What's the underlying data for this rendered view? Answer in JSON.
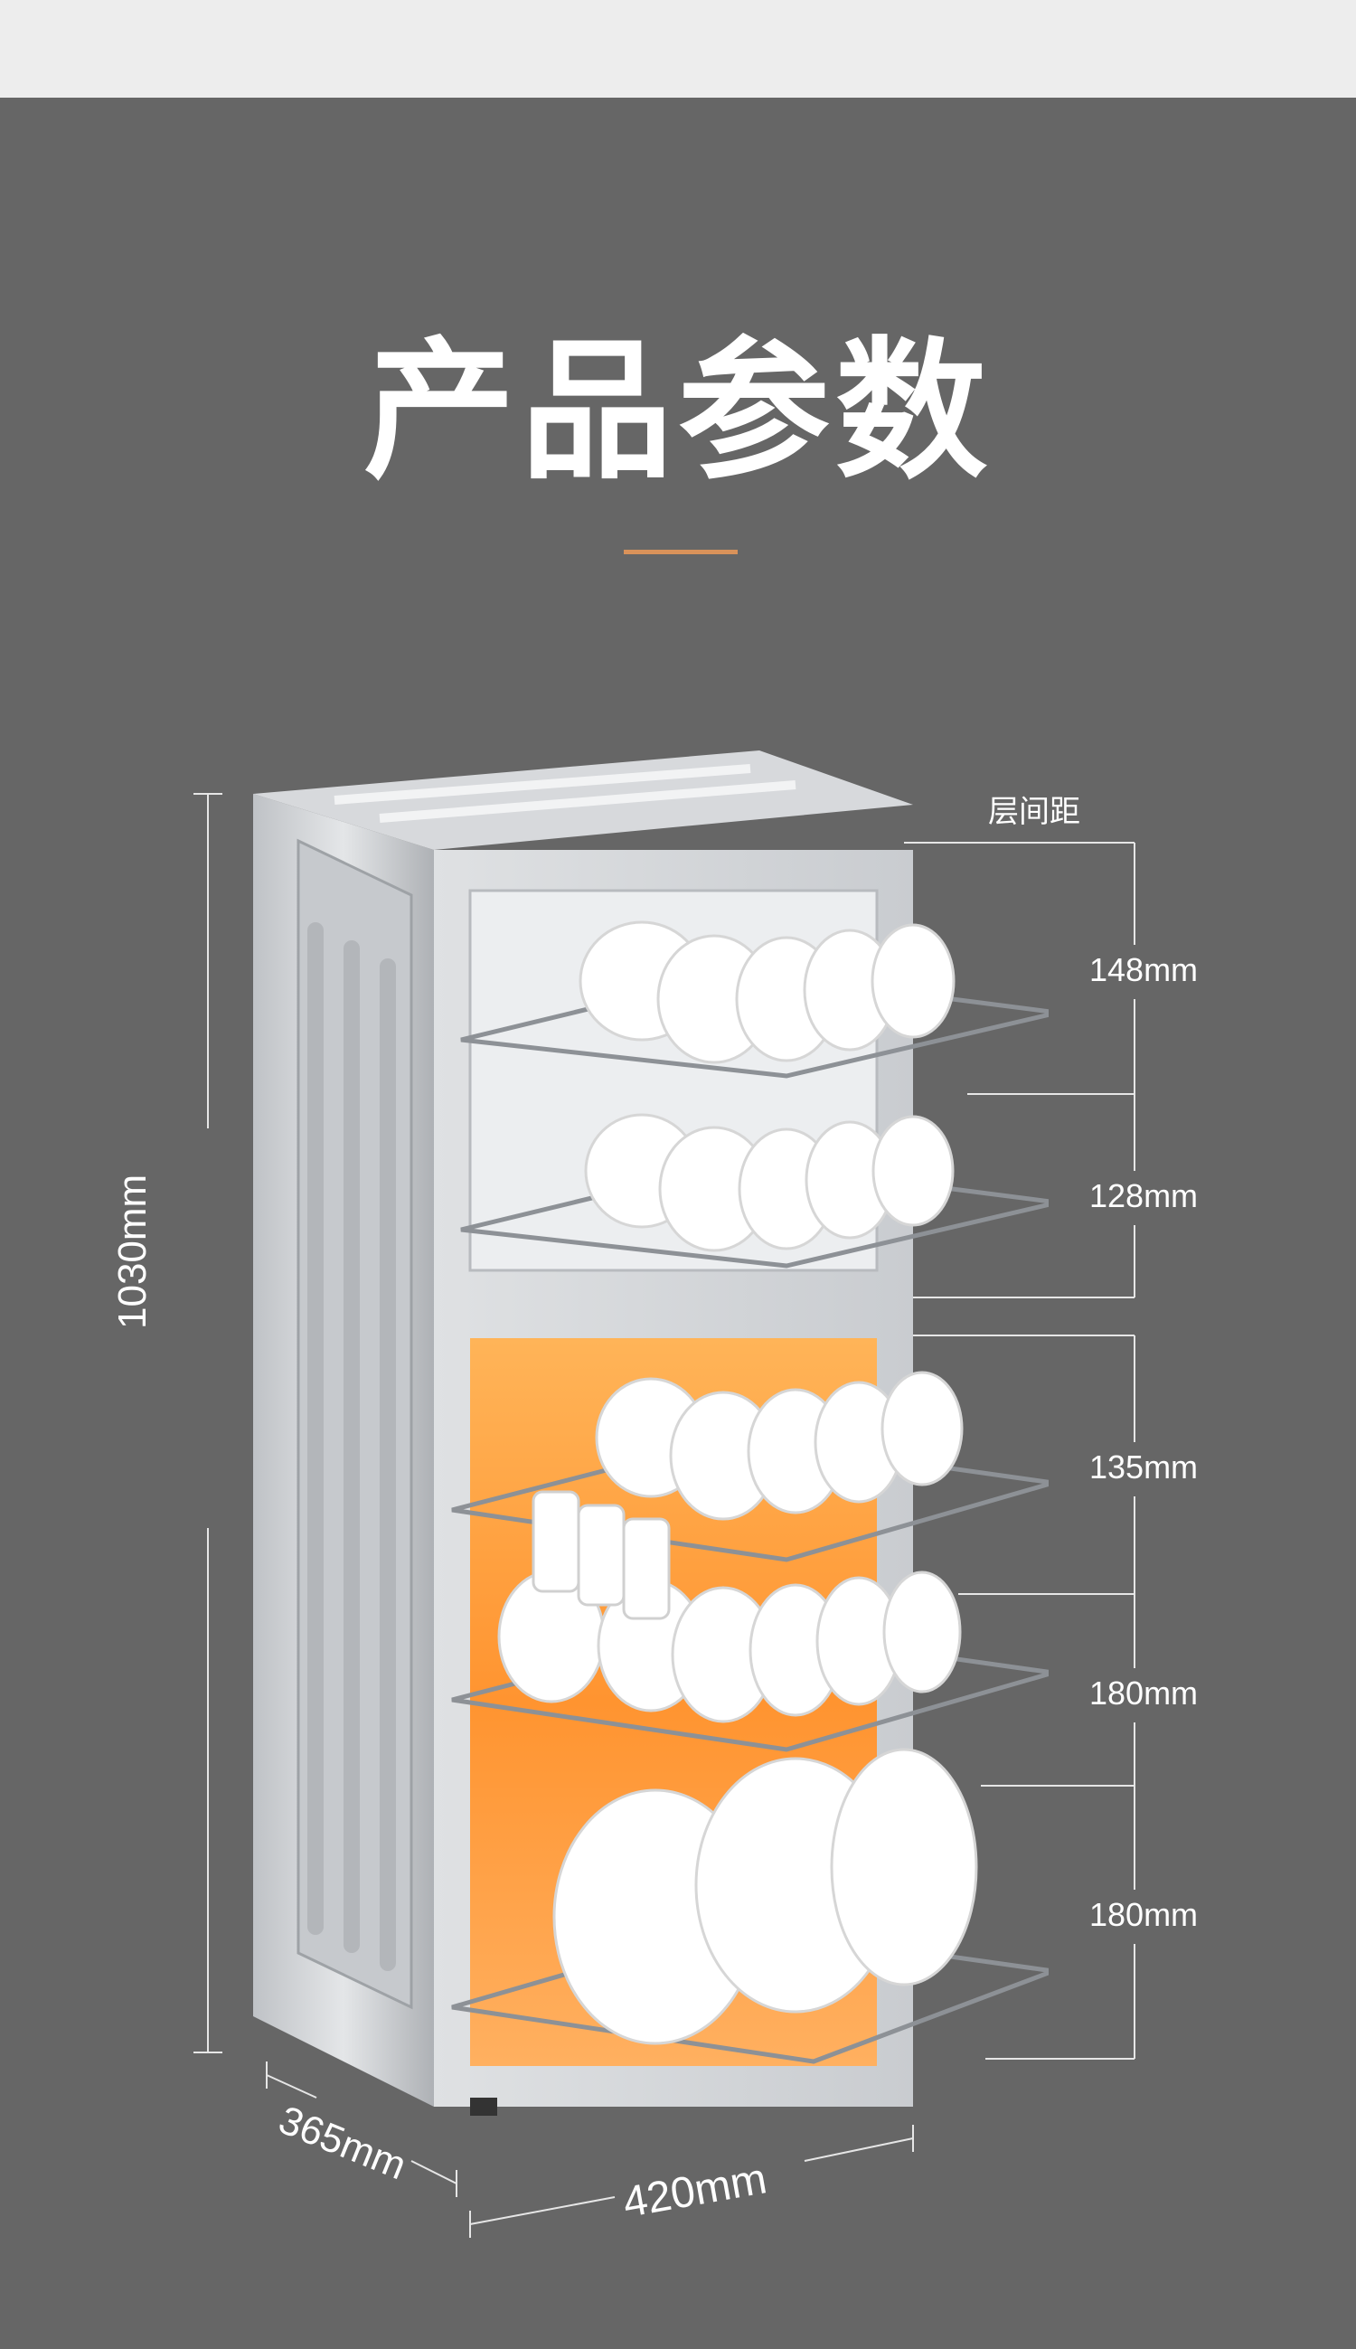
{
  "title": "产品参数",
  "colors": {
    "accent": "#d9925a",
    "background": "#666666",
    "top_strip": "#ededed",
    "glow": "#ff9a2e"
  },
  "dimensions": {
    "height": "1030mm",
    "depth": "365mm",
    "width": "420mm"
  },
  "spacing_label": "层间距",
  "spacings": [
    "148mm",
    "128mm",
    "135mm",
    "180mm",
    "180mm"
  ]
}
